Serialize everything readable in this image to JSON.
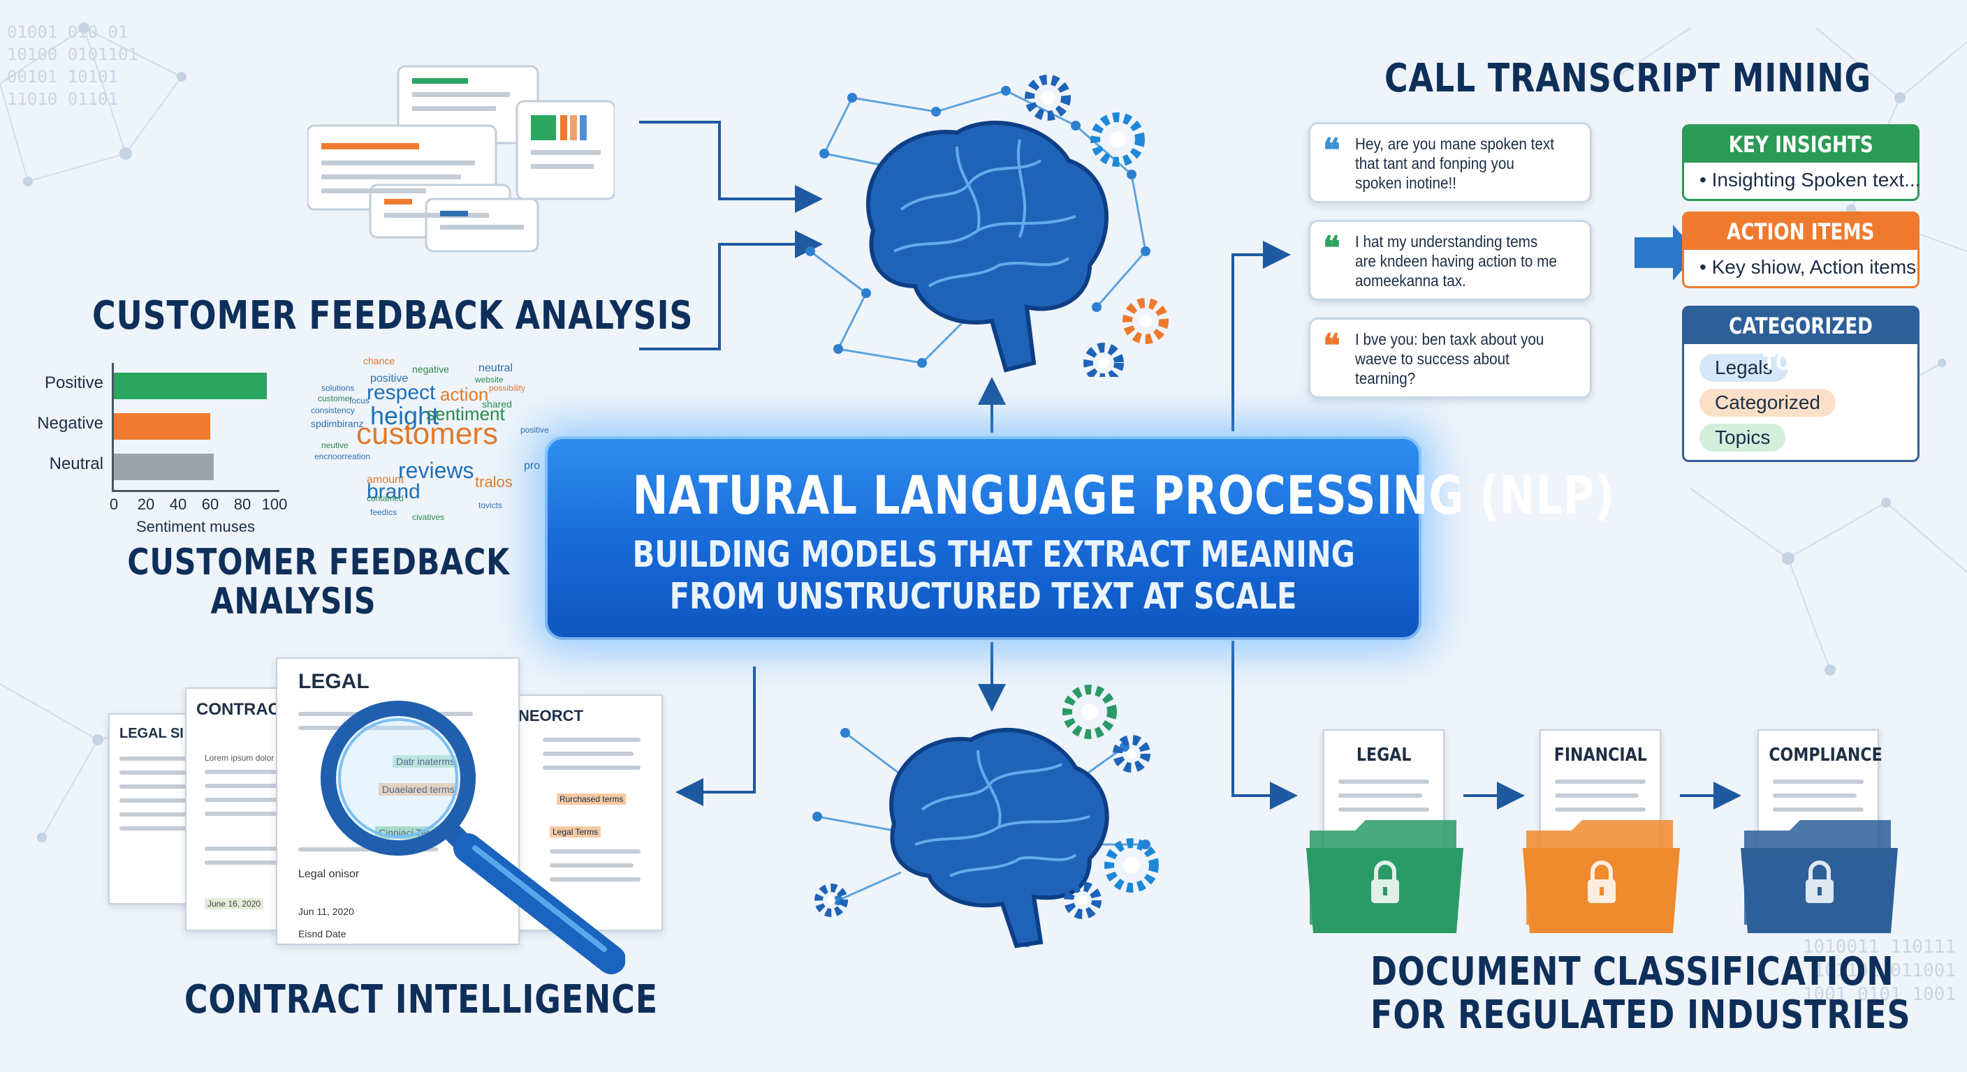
{
  "center": {
    "title": "NATURAL LANGUAGE PROCESSING (NLP)",
    "subtitle_line1": "BUILDING MODELS THAT EXTRACT MEANING",
    "subtitle_line2": "FROM UNSTRUCTURED TEXT AT SCALE"
  },
  "feedback": {
    "heading": "CUSTOMER FEEDBACK ANALYSIS",
    "heading2_line1": "CUSTOMER FEEDBACK",
    "heading2_line2": "ANALYSIS"
  },
  "sentiment_chart": {
    "type": "bar",
    "categories": [
      "Positive",
      "Negative",
      "Neutral"
    ],
    "values": [
      95,
      60,
      62
    ],
    "colors": [
      "#2aa660",
      "#f07a30",
      "#9ea3a8"
    ],
    "xticks": [
      "0",
      "20",
      "40",
      "60",
      "80",
      "100"
    ],
    "xlim": [
      0,
      100
    ],
    "xlabel": "Sentiment muses"
  },
  "word_cloud": [
    {
      "t": "chance",
      "c": "#e07a2c",
      "s": 14
    },
    {
      "t": "negative",
      "c": "#2b8a4f",
      "s": 14
    },
    {
      "t": "neutral",
      "c": "#2f6fb0",
      "s": 16
    },
    {
      "t": "possibility",
      "c": "#e07a2c",
      "s": 12
    },
    {
      "t": "positive",
      "c": "#2f6fb0",
      "s": 16
    },
    {
      "t": "website",
      "c": "#2b8a4f",
      "s": 12
    },
    {
      "t": "solutions",
      "c": "#2f6fb0",
      "s": 12
    },
    {
      "t": "respect",
      "c": "#1f6fb8",
      "s": 30
    },
    {
      "t": "action",
      "c": "#e07a2c",
      "s": 26
    },
    {
      "t": "customer",
      "c": "#2b8a4f",
      "s": 12
    },
    {
      "t": "focus",
      "c": "#2f6fb0",
      "s": 12
    },
    {
      "t": "shared",
      "c": "#2b8a4f",
      "s": 14
    },
    {
      "t": "consistency",
      "c": "#2f6fb0",
      "s": 12
    },
    {
      "t": "height",
      "c": "#1f6fb8",
      "s": 36
    },
    {
      "t": "sentiment",
      "c": "#2b8a4f",
      "s": 26
    },
    {
      "t": "spdimbiranz",
      "c": "#2f6fb0",
      "s": 14
    },
    {
      "t": "positive",
      "c": "#2f6fb0",
      "s": 12
    },
    {
      "t": "customers",
      "c": "#e07a2c",
      "s": 44
    },
    {
      "t": "reviews",
      "c": "#1f6fb8",
      "s": 32
    },
    {
      "t": "neutive",
      "c": "#2b8a4f",
      "s": 12
    },
    {
      "t": "encnoorreation",
      "c": "#2f6fb0",
      "s": 12
    },
    {
      "t": "amount",
      "c": "#e07a2c",
      "s": 16
    },
    {
      "t": "brand",
      "c": "#1f6fb8",
      "s": 30
    },
    {
      "t": "tralos",
      "c": "#e07a2c",
      "s": 22
    },
    {
      "t": "contamed",
      "c": "#2b8a4f",
      "s": 12
    },
    {
      "t": "feedics",
      "c": "#2f6fb0",
      "s": 12
    },
    {
      "t": "civatives",
      "c": "#2b8a4f",
      "s": 12
    },
    {
      "t": "tovicts",
      "c": "#2f6fb0",
      "s": 12
    },
    {
      "t": "pro",
      "c": "#2f6fb0",
      "s": 16
    }
  ],
  "call": {
    "heading": "CALL TRANSCRIPT MINING",
    "bubbles": [
      {
        "lines": [
          "Hey, are you mane spoken text",
          "that tant and fonping you",
          "spoken inotine!!"
        ],
        "color": "#3c8fd6"
      },
      {
        "lines": [
          "I hat my understanding tems",
          "are kndeen having action to me",
          "aomeekanna tax."
        ],
        "color": "#2aa660"
      },
      {
        "lines": [
          "I bve you: ben taxk about you",
          "waeve to success about",
          "tearning?"
        ],
        "color": "#f07a30"
      }
    ],
    "cards": {
      "insights_title": "KEY INSIGHTS",
      "insights_item": "Insighting Spoken text...",
      "actions_title": "ACTION ITEMS",
      "actions_item": "Key shiow, Action items",
      "topics_title": "CATEGORIZED TOPICS",
      "topics": [
        "Legals",
        "Categorized",
        "Topics"
      ]
    },
    "colors": {
      "insights": "#2a9a55",
      "actions": "#ef7a2e",
      "topics": "#2d5f98"
    }
  },
  "contract": {
    "heading": "CONTRACT INTELLIGENCE",
    "doc_titles": [
      "LEGAL SI",
      "CONTRAC",
      "LEGAL",
      "NEORCT"
    ],
    "highlights": [
      "Datr inaterms",
      "Duaelared terms",
      "Rurchased terms",
      "Cinniaci Term",
      "Legal Terms"
    ],
    "body_text": "Lorem ipsum dolor sit amet, consectetur",
    "doc_line_left": "Legal onisor",
    "dates": [
      "June 16, 2020",
      "Jun 11, 2020"
    ],
    "date_label": "Eisnd Date"
  },
  "docclass": {
    "heading_line1": "DOCUMENT CLASSIFICATION",
    "heading_line2": "FOR REGULATED INDUSTRIES",
    "folders": [
      {
        "label": "LEGAL",
        "color": "#2a9a66"
      },
      {
        "label": "FINANCIAL",
        "color": "#f08a2e"
      },
      {
        "label": "COMPLIANCE",
        "color": "#2d5f98"
      }
    ]
  },
  "background_binary": [
    "01001 010 01",
    "10100 0101101",
    "00101 10101",
    "11010 01101",
    "1010011 110111",
    "101101 011001",
    "1001 0101 1001"
  ]
}
